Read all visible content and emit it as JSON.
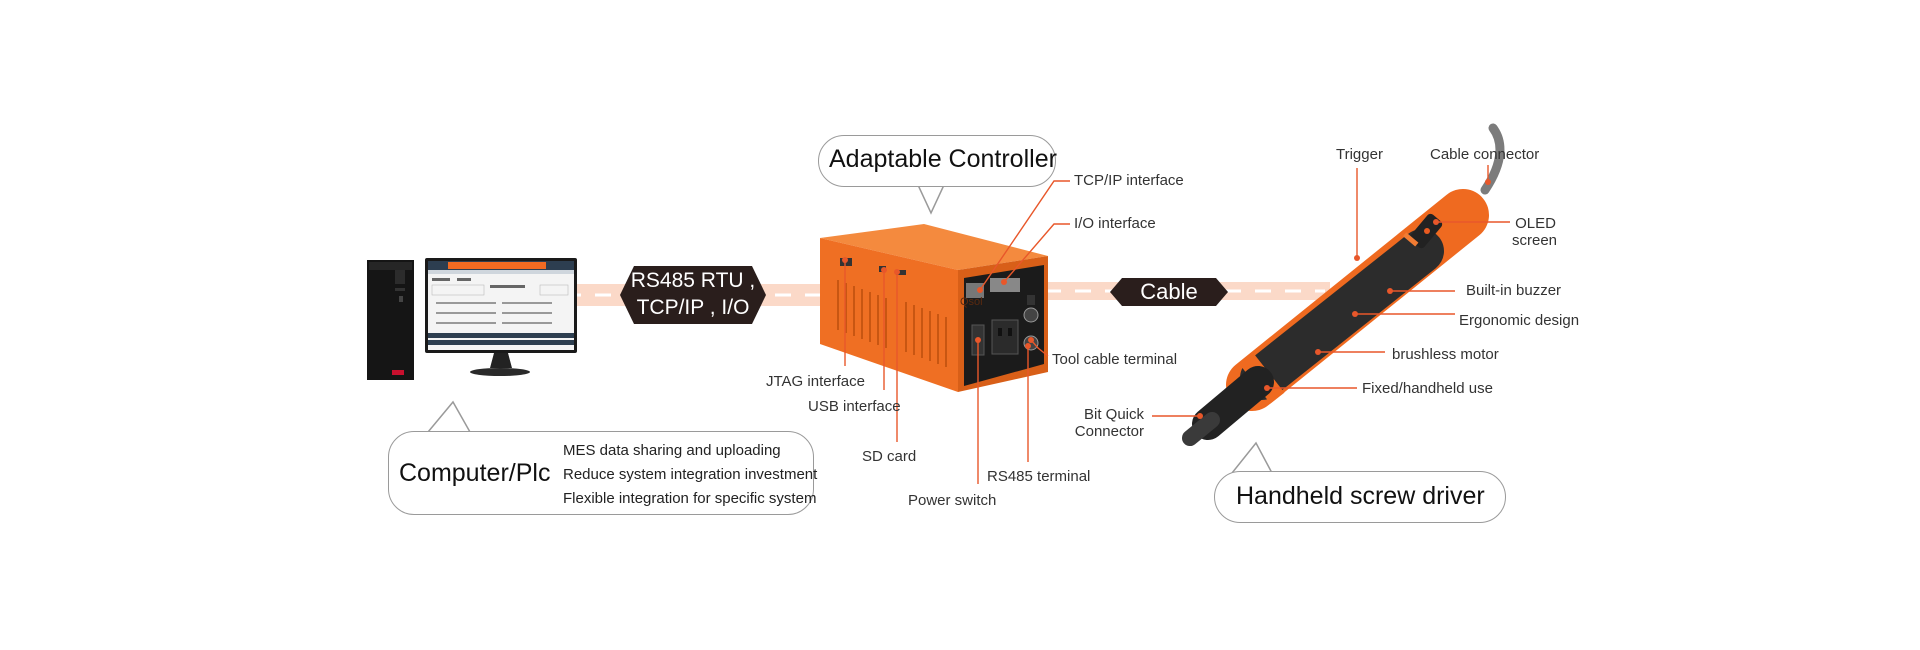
{
  "colors": {
    "accent": "#f06a22",
    "dark": "#2a1e1c",
    "band": "#fbd9c8",
    "leader": "#e8572a",
    "outline": "#9a9a9a"
  },
  "computer": {
    "title": "Computer/Plc",
    "features": [
      "MES data sharing and uploading",
      "Reduce system integration investment",
      "Flexible integration for specific system"
    ]
  },
  "links": {
    "protocols": [
      "RS485 RTU ,",
      "TCP/IP , I/O"
    ],
    "cable": "Cable"
  },
  "controller": {
    "title": "Adaptable Controller",
    "labels": {
      "tcpip": "TCP/IP interface",
      "io": "I/O interface",
      "tool_cable": "Tool cable terminal",
      "jtag": "JTAG interface",
      "usb": "USB interface",
      "sd": "SD card",
      "rs485": "RS485 terminal",
      "power": "Power switch"
    }
  },
  "driver": {
    "title": "Handheld screw driver",
    "labels": {
      "trigger": "Trigger",
      "cable_connector": "Cable connector",
      "oled": [
        "OLED",
        "screen"
      ],
      "buzzer": "Built-in buzzer",
      "ergonomic": "Ergonomic design",
      "motor": "brushless motor",
      "fixed": "Fixed/handheld use",
      "bit": [
        "Bit Quick",
        "Connector"
      ]
    }
  }
}
